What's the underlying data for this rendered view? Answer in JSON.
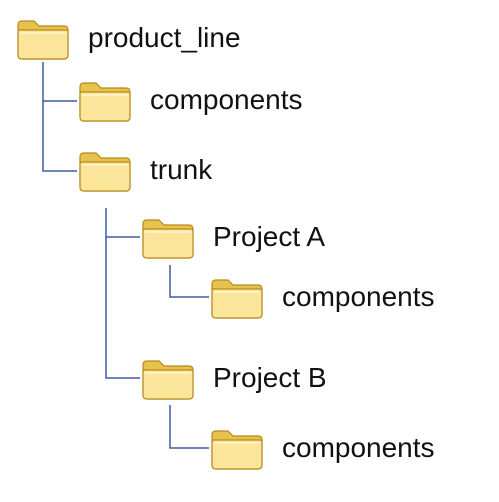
{
  "colors": {
    "connector": "#3d5fa3",
    "folder_back": "#e7c24c",
    "folder_front": "#fbe59a",
    "folder_stroke": "#b68a1a",
    "label_text": "#111111"
  },
  "icon": "folder-icon",
  "tree": {
    "label": "product_line",
    "children": [
      {
        "label": "components",
        "children": []
      },
      {
        "label": "trunk",
        "children": [
          {
            "label": "Project A",
            "children": [
              {
                "label": "components",
                "children": []
              }
            ]
          },
          {
            "label": "Project B",
            "children": [
              {
                "label": "components",
                "children": []
              }
            ]
          }
        ]
      }
    ]
  }
}
